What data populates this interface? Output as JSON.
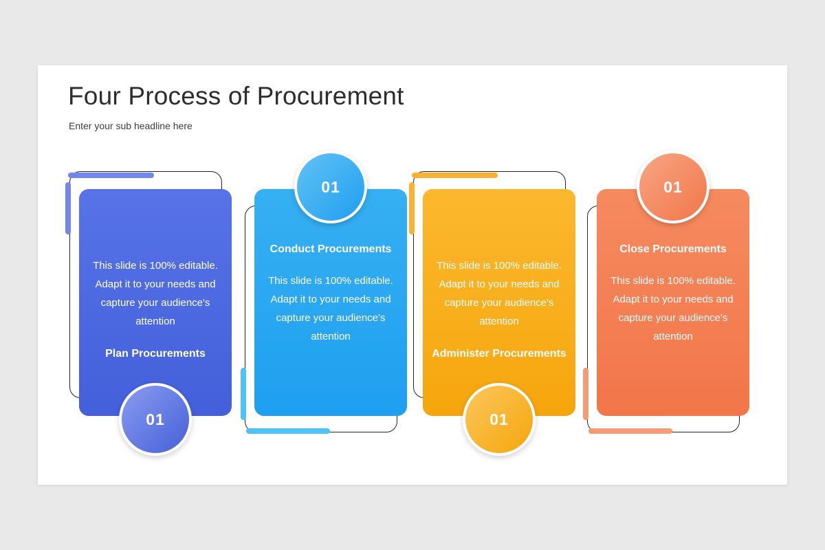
{
  "slide": {
    "title": "Four Process of Procurement",
    "subtitle": "Enter your sub headline here"
  },
  "cards": [
    {
      "number": "01",
      "title": "Plan Procurements",
      "body": "This slide is 100% editable. Adapt it to your needs and capture your audience's attention",
      "fill_top": "#5873e8",
      "fill_bottom": "#4360da",
      "accent": "#7187ee",
      "badge_top": "#8a9cf0",
      "badge_bottom": "#4560d8"
    },
    {
      "number": "01",
      "title": "Conduct  Procurements",
      "body": "This slide is 100% editable. Adapt it to your needs and capture your audience's attention",
      "fill_top": "#36b0f2",
      "fill_bottom": "#1e9ff0",
      "accent": "#4fc3f7",
      "badge_top": "#62c2f5",
      "badge_bottom": "#1f9ff0"
    },
    {
      "number": "01",
      "title": "Administer Procurements",
      "body": "This slide is 100% editable. Adapt it to your needs and capture your audience's attention",
      "fill_top": "#fcb82e",
      "fill_bottom": "#f6a60c",
      "accent": "#f9b234",
      "badge_top": "#fbc75c",
      "badge_bottom": "#f6a60c"
    },
    {
      "number": "01",
      "title": "Close Procurements",
      "body": "This slide is 100% editable. Adapt it to your needs and capture your audience's attention",
      "fill_top": "#f68a5f",
      "fill_bottom": "#f2764a",
      "accent": "#f79b77",
      "badge_top": "#f7a683",
      "badge_bottom": "#f2764a"
    }
  ],
  "colors": {
    "page_background": "#e9e9e9",
    "slide_background": "#ffffff",
    "outline": "#222222",
    "title_text": "#2d2d2d",
    "card_text": "#ffffff"
  }
}
